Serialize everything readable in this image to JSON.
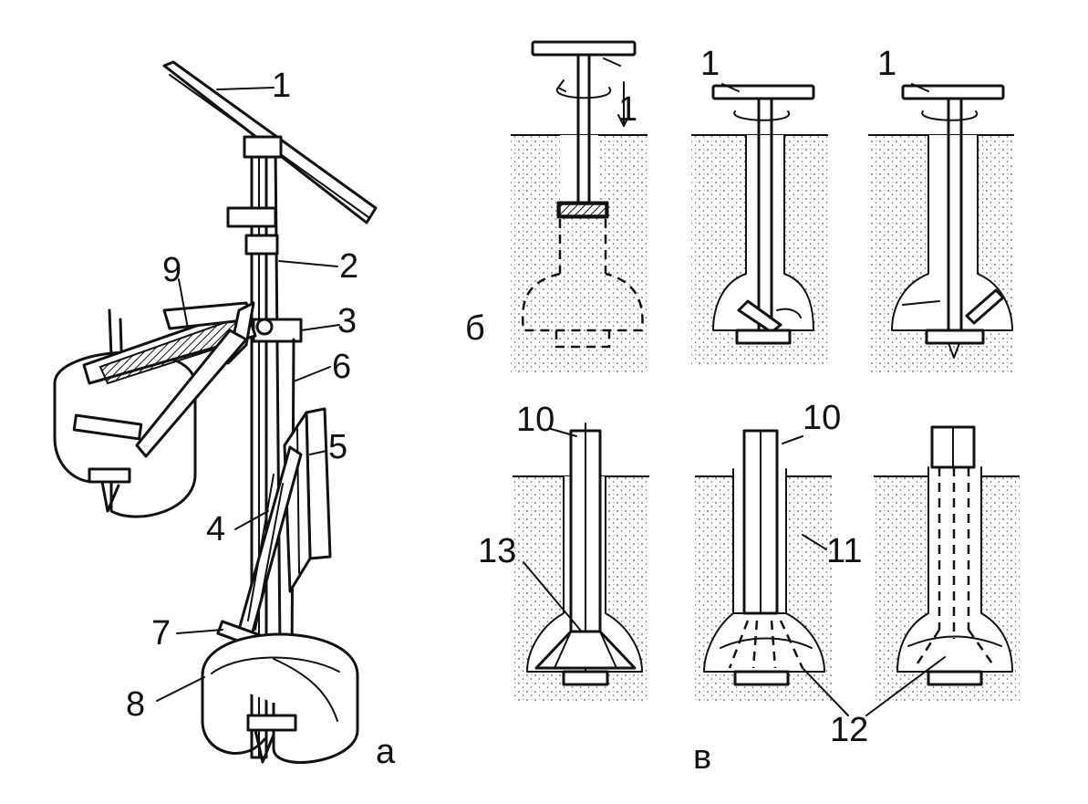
{
  "colors": {
    "ink": "#111111",
    "paper": "#ffffff",
    "soil": "#555555"
  },
  "labels": {
    "n1": "1",
    "n2": "2",
    "n3": "3",
    "n4": "4",
    "n5": "5",
    "n6": "6",
    "n7": "7",
    "n8": "8",
    "n9": "9",
    "n10": "10",
    "n11": "11",
    "n12": "12",
    "n13": "13"
  },
  "panels": {
    "a": "а",
    "b": "б",
    "v": "в"
  }
}
